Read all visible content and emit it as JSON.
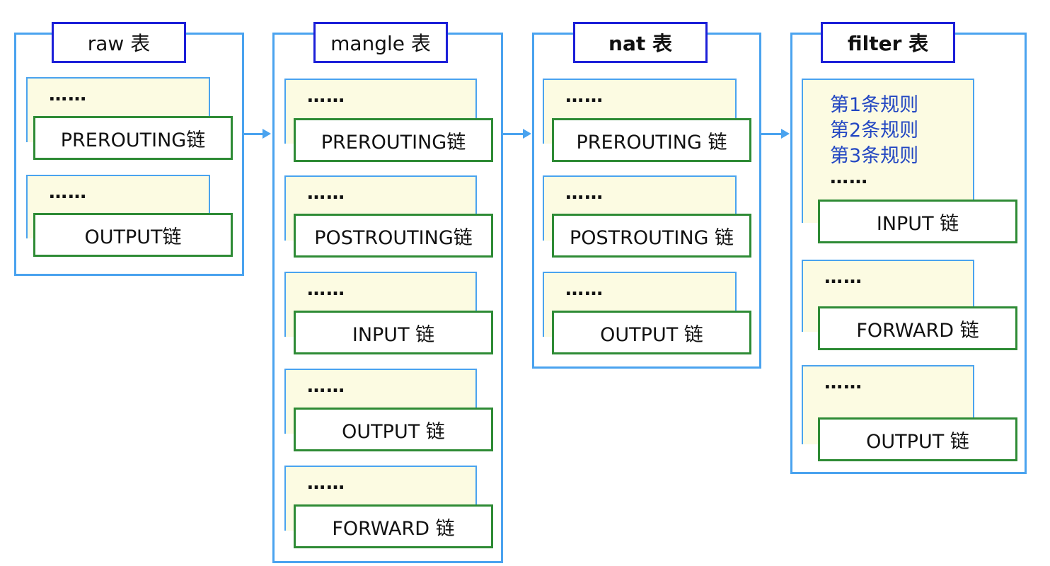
{
  "tables": [
    {
      "title": "raw 表",
      "chains": [
        {
          "dots": "……",
          "label": "PREROUTING链"
        },
        {
          "dots": "……",
          "label": "OUTPUT链"
        }
      ]
    },
    {
      "title": "mangle 表",
      "chains": [
        {
          "dots": "……",
          "label": "PREROUTING链"
        },
        {
          "dots": "……",
          "label": "POSTROUTING链"
        },
        {
          "dots": "……",
          "label": "INPUT 链"
        },
        {
          "dots": "……",
          "label": "OUTPUT 链"
        },
        {
          "dots": "……",
          "label": "FORWARD 链"
        }
      ]
    },
    {
      "title": "nat 表",
      "chains": [
        {
          "dots": "……",
          "label": "PREROUTING 链"
        },
        {
          "dots": "……",
          "label": "POSTROUTING 链"
        },
        {
          "dots": "……",
          "label": "OUTPUT 链"
        }
      ]
    },
    {
      "title": "filter 表",
      "rules": [
        "第1条规则",
        "第2条规则",
        "第3条规则"
      ],
      "chains": [
        {
          "dots": "……",
          "label": "INPUT 链"
        },
        {
          "dots": "……",
          "label": "FORWARD 链"
        },
        {
          "dots": "……",
          "label": "OUTPUT 链"
        }
      ]
    }
  ],
  "colors": {
    "table_border": "#4aa3ef",
    "title_border": "#1c1fd8",
    "chain_border": "#2e8b35",
    "rule_area": "#fcfbe2",
    "rule_text": "#2347c2"
  }
}
